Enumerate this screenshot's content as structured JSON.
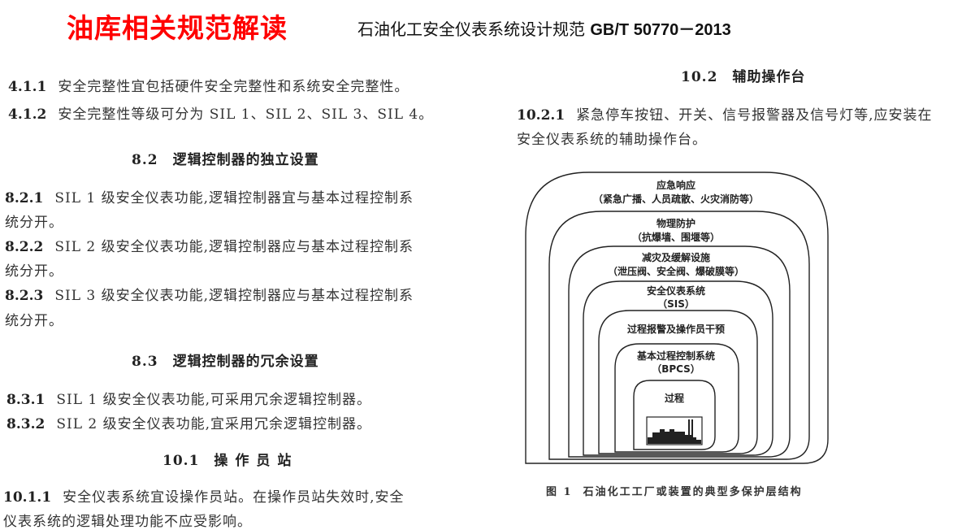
{
  "header": {
    "red_title": "油库相关规范解读",
    "standard_title_cn": "石油化工安全仪表系统设计规范",
    "standard_code": "GB/T 50770－2013",
    "accent_color": "#ff0000"
  },
  "left_column": {
    "clauses_4_1": [
      {
        "num": "4.1.1",
        "text": "安全完整性宜包括硬件安全完整性和系统安全完整性。"
      },
      {
        "num": "4.1.2",
        "text": "安全完整性等级可分为 SIL 1、SIL 2、SIL 3、SIL 4。"
      }
    ],
    "section_8_2": {
      "num": "8.2",
      "title": "逻辑控制器的独立设置",
      "clauses": [
        {
          "num": "8.2.1",
          "line1": "SIL 1 级安全仪表功能,逻辑控制器宜与基本过程控制系",
          "line2": "统分开。"
        },
        {
          "num": "8.2.2",
          "line1": "SIL 2 级安全仪表功能,逻辑控制器应与基本过程控制系",
          "line2": "统分开。"
        },
        {
          "num": "8.2.3",
          "line1": "SIL 3 级安全仪表功能,逻辑控制器应与基本过程控制系",
          "line2": "统分开。"
        }
      ]
    },
    "section_8_3": {
      "num": "8.3",
      "title": "逻辑控制器的冗余设置",
      "clauses": [
        {
          "num": "8.3.1",
          "text": "SIL 1 级安全仪表功能,可采用冗余逻辑控制器。"
        },
        {
          "num": "8.3.2",
          "text": "SIL 2 级安全仪表功能,宜采用冗余逻辑控制器。"
        }
      ]
    },
    "section_10_1": {
      "num": "10.1",
      "title": "操作员站",
      "clauses": [
        {
          "num": "10.1.1",
          "line1": "安全仪表系统宜设操作员站。在操作员站失效时,安全",
          "line2": "仪表系统的逻辑处理功能不应受影响。"
        }
      ]
    }
  },
  "right_column": {
    "section_10_2": {
      "num": "10.2",
      "title": "辅助操作台",
      "clauses": [
        {
          "num": "10.2.1",
          "line1": "紧急停车按钮、开关、信号报警器及信号灯等,应安装在",
          "line2": "安全仪表系统的辅助操作台。"
        }
      ]
    },
    "figure": {
      "layers": [
        {
          "name": "应急响应",
          "detail": "（紧急广播、人员疏散、火灾消防等）"
        },
        {
          "name": "物理防护",
          "detail": "（抗爆墙、围堰等）"
        },
        {
          "name": "减灾及缓解设施",
          "detail": "（泄压阀、安全阀、爆破膜等）"
        },
        {
          "name": "安全仪表系统",
          "detail": "（SIS）"
        },
        {
          "name": "过程报警及操作员干预",
          "detail": ""
        },
        {
          "name": "基本过程控制系统",
          "detail": "（BPCS）"
        },
        {
          "name": "过程",
          "detail": ""
        }
      ],
      "icon": "factory-icon",
      "caption_num": "图 1",
      "caption_text": "石油化工工厂或装置的典型多保护层结构"
    }
  }
}
